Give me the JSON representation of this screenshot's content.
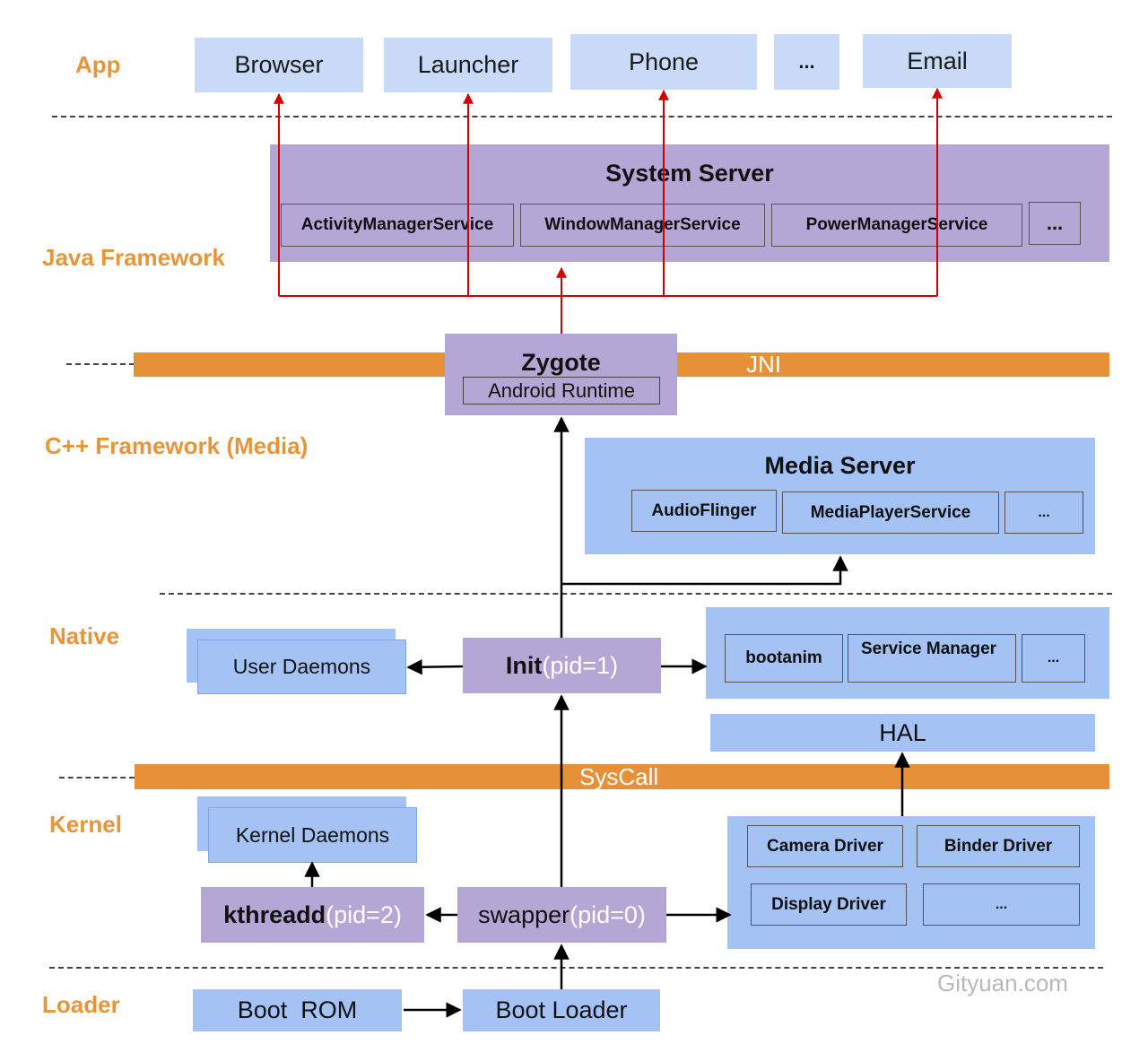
{
  "layers": {
    "app": "App",
    "java": "Java Framework",
    "cpp": "C++ Framework (Media)",
    "native": "Native",
    "kernel": "Kernel",
    "loader": "Loader"
  },
  "apps": [
    "Browser",
    "Launcher",
    "Phone",
    "...",
    "Email"
  ],
  "system_server": {
    "title": "System Server",
    "services": [
      "ActivityManagerService",
      "WindowManagerService",
      "PowerManagerService",
      "..."
    ]
  },
  "jni": "JNI",
  "zygote": {
    "title": "Zygote",
    "runtime": "Android Runtime"
  },
  "media_server": {
    "title": "Media Server",
    "services": [
      "AudioFlinger",
      "MediaPlayerService",
      "..."
    ]
  },
  "native": {
    "user_daemons": "User Daemons",
    "init_name": "Init",
    "init_pid": "(pid=1)",
    "boxes": [
      "bootanim",
      "Service Manager",
      "..."
    ],
    "hal": "HAL"
  },
  "syscall": "SysCall",
  "kernel": {
    "kernel_daemons": "Kernel Daemons",
    "kthreadd_name": "kthreadd",
    "kthreadd_pid": "(pid=2)",
    "swapper_name": "swapper",
    "swapper_pid": "(pid=0)",
    "drivers": [
      "Camera Driver",
      "Binder Driver",
      "Display Driver",
      "..."
    ]
  },
  "loader": {
    "boot_rom": "Boot  ROM",
    "boot_loader": "Boot Loader"
  },
  "watermark": "Gityuan.com",
  "colors": {
    "layer_label": "#e8953a",
    "app_box": "#c9daf8",
    "purple_box": "#b4a7d6",
    "blue_box": "#a4c2f4",
    "bar": "#e69138",
    "red_arrow": "#d40000"
  }
}
